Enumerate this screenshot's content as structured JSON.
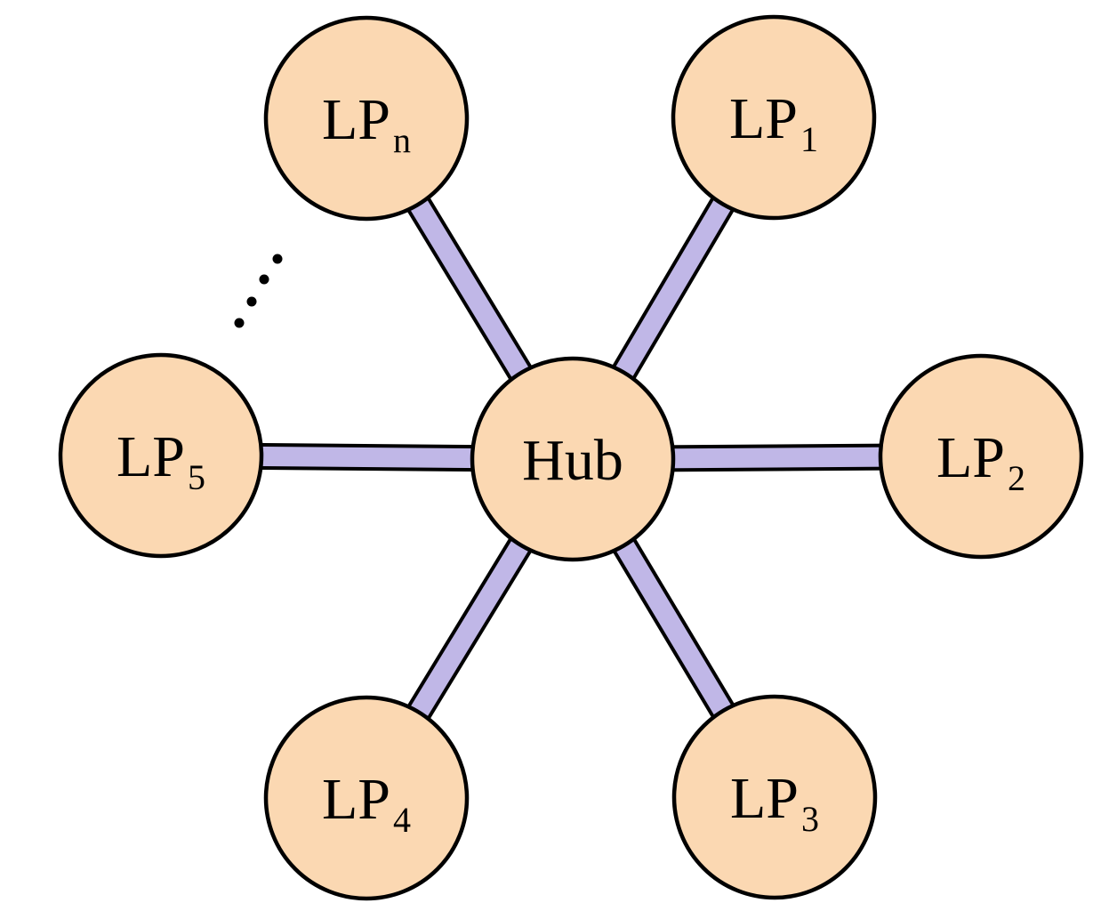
{
  "diagram": {
    "kind": "hub-and-spoke-network",
    "hub": {
      "label": "Hub"
    },
    "spokes": [
      {
        "name": "LP_n",
        "label_main": "LP",
        "label_sub": "n"
      },
      {
        "name": "LP_1",
        "label_main": "LP",
        "label_sub": "1"
      },
      {
        "name": "LP_2",
        "label_main": "LP",
        "label_sub": "2"
      },
      {
        "name": "LP_3",
        "label_main": "LP",
        "label_sub": "3"
      },
      {
        "name": "LP_4",
        "label_main": "LP",
        "label_sub": "4"
      },
      {
        "name": "LP_5",
        "label_main": "LP",
        "label_sub": "5"
      }
    ],
    "edges": [
      {
        "from": "Hub",
        "to": "LP_n"
      },
      {
        "from": "Hub",
        "to": "LP_1"
      },
      {
        "from": "Hub",
        "to": "LP_2"
      },
      {
        "from": "Hub",
        "to": "LP_3"
      },
      {
        "from": "Hub",
        "to": "LP_4"
      },
      {
        "from": "Hub",
        "to": "LP_5"
      }
    ],
    "ellipsis": {
      "dot_count": 4,
      "meaning": "more LP nodes between LP_5 and LP_n"
    },
    "colors": {
      "node_fill": "#FBD8B2",
      "edge_fill": "#C0B7E7",
      "outline": "#000000",
      "background": "#FFFFFF"
    }
  }
}
